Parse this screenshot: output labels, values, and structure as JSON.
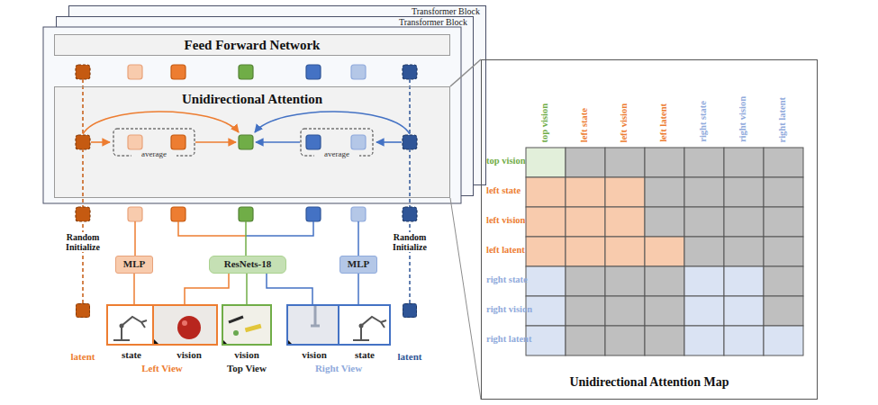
{
  "diagram": {
    "nodes": [
      {
        "text": [
          "Transformer Block"
        ]
      },
      {
        "text": [
          "Transformer Block"
        ]
      },
      {
        "text": [
          "Feed Forward Network"
        ]
      },
      {
        "text": [
          "Unidirectional Attention"
        ]
      },
      {
        "text": [
          "MLP"
        ]
      },
      {
        "text": [
          "ResNets-18"
        ]
      },
      {
        "text": [
          "MLP"
        ]
      },
      {
        "text": [
          "latent"
        ]
      },
      {
        "text": [
          "state",
          "vision",
          "Left View"
        ]
      },
      {
        "text": [
          "vision",
          "Top View"
        ]
      },
      {
        "text": [
          "vision",
          "state",
          "Right View"
        ]
      },
      {
        "text": [
          "latent"
        ]
      },
      {
        "text": [
          "Unidirectional Attention Map"
        ]
      }
    ],
    "edges": [
      {
        "from": 8,
        "to": 4,
        "arrow": "none"
      },
      {
        "from": 8,
        "to": 5,
        "arrow": "none"
      },
      {
        "from": 9,
        "to": 5,
        "arrow": "none"
      },
      {
        "from": 10,
        "to": 5,
        "arrow": "none"
      },
      {
        "from": 10,
        "to": 6,
        "arrow": "none"
      },
      {
        "from": 3,
        "to": 12,
        "arrow": "none"
      }
    ],
    "labels": [
      "average",
      "average",
      "Random Initialize",
      "Random Initialize",
      "top vision",
      "left state",
      "left vision",
      "left latent",
      "right state",
      "right vision",
      "right latent",
      "top vision",
      "left state",
      "left vision",
      "left latent",
      "right state",
      "right vision",
      "right latent"
    ]
  }
}
